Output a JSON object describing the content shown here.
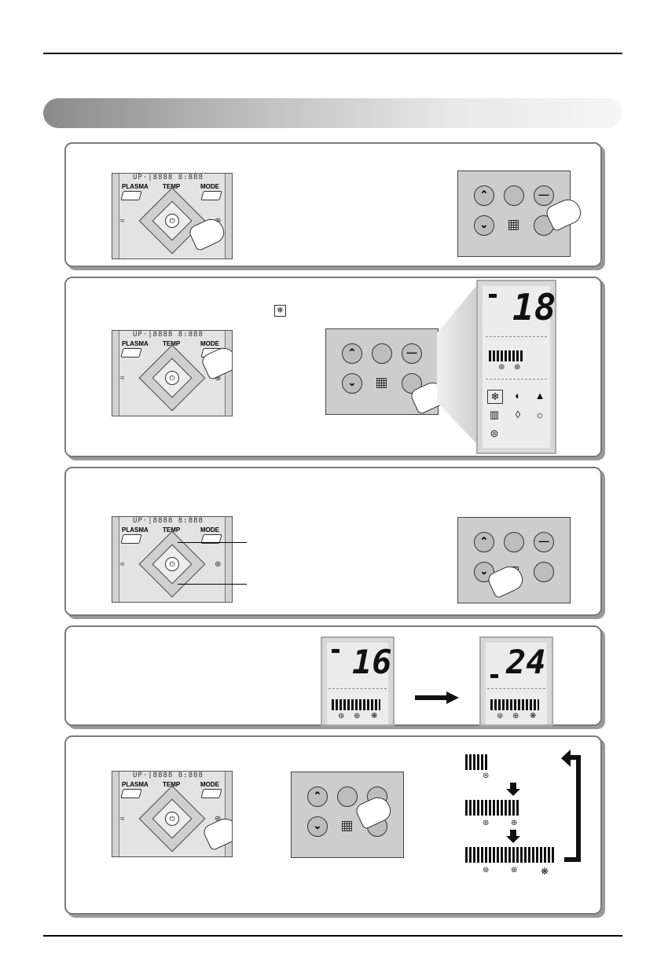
{
  "remote": {
    "top_strip": "ÜP·|8888 8:888",
    "plasma_label": "PLASMA",
    "temp_label": "TEMP",
    "mode_label": "MODE",
    "power_symbol": "⏻"
  },
  "panel": {
    "up_symbol": "⌃",
    "down_symbol": "⌄",
    "minus_symbol": "—"
  },
  "lcd": {
    "temp_step2": "18",
    "temp_step4_before": "16",
    "temp_step4_after": "24"
  },
  "icons": {
    "cool_mode": "snowflake-icon",
    "fan_low": "fan-low-icon",
    "fan_med": "fan-med-icon",
    "fan_high": "fan-high-icon"
  },
  "colors": {
    "border": "#7a7a7a",
    "panel": "#cdcdcd"
  }
}
